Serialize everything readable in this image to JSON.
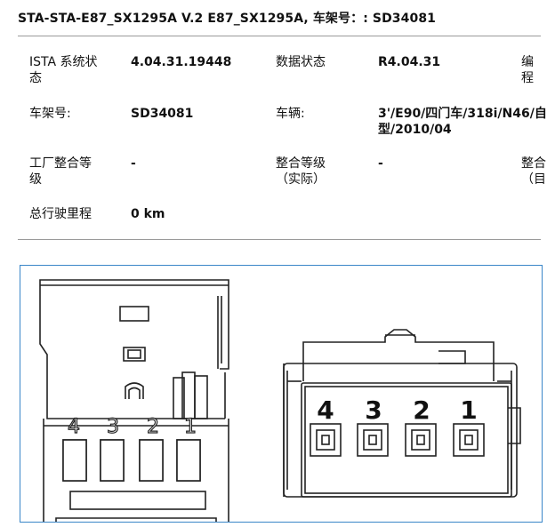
{
  "header": {
    "title": "STA-STA-E87_SX1295A   V.2   E87_SX1295A, 车架号：: SD34081"
  },
  "info": {
    "ista_label": "ISTA 系统状\n态",
    "ista_value": "4.04.31.19448",
    "data_status_label": "数据状态",
    "data_status_value": "R4.04.31",
    "code_label_partial": "编程",
    "vin_label": "车架号:",
    "vin_value": "SD34081",
    "vehicle_label": "车辆:",
    "vehicle_value": "3'/E90/四门车/318i/N46/自\n型/2010/04",
    "factory_level_label": "工厂整合等\n级",
    "factory_level_value": "-",
    "actual_level_label": "整合等级\n（实际）",
    "actual_level_value": "-",
    "target_level_label_partial": "整合\n（目",
    "mileage_label": "总行驶里程",
    "mileage_value": "0 km"
  },
  "diagram": {
    "left_pin_labels": [
      "4",
      "3",
      "2",
      "1"
    ],
    "right_pin_labels": [
      "4",
      "3",
      "2",
      "1"
    ],
    "line_color": "#222222",
    "frame_color": "#3a86c8"
  }
}
